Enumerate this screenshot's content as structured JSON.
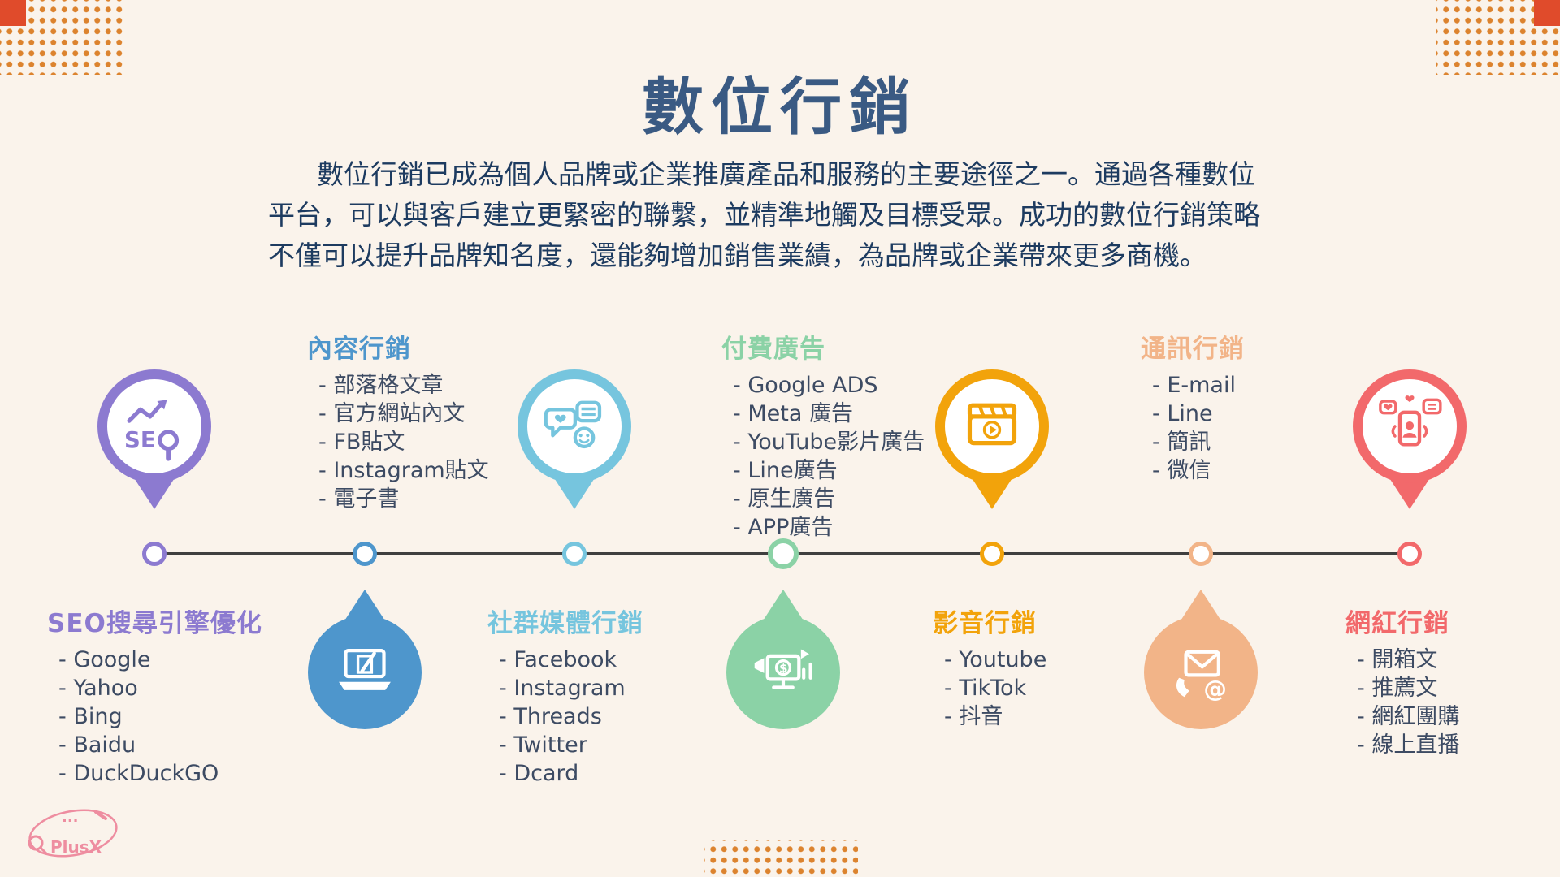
{
  "page": {
    "background": "#FAF3EB",
    "title": "數位行銷",
    "title_color": "#3A5A83",
    "intro_lines": [
      "數位行銷已成為個人品牌或企業推廣產品和服務的主要途徑之一。通過各種數位",
      "平台，可以與客戶建立更緊密的聯繫，並精準地觸及目標受眾。成功的數位行銷策略",
      "不僅可以提升品牌知名度，還能夠增加銷售業績，為品牌或企業帶來更多商機。"
    ]
  },
  "logo": {
    "text": "PlusX"
  },
  "decor": {
    "dot_color": "#DC832E",
    "corner_square_color": "#E04B2B"
  },
  "timeline": {
    "line_color": "#3F3F3F"
  },
  "categories": [
    {
      "title": "SEO搜尋引擎優化",
      "color": "#8C7AD0",
      "icon": "seo-magnifier-icon",
      "placement": "icon-above-text-below",
      "items": [
        "- Google",
        "- Yahoo",
        "- Bing",
        "- Baidu",
        "- DuckDuckGO"
      ]
    },
    {
      "title": "內容行銷",
      "color": "#4E96CC",
      "icon": "laptop-pen-icon",
      "placement": "text-above-icon-below",
      "items": [
        "- 部落格文章",
        "- 官方網站內文",
        "- FB貼文",
        "- Instagram貼文",
        "- 電子書"
      ]
    },
    {
      "title": "社群媒體行銷",
      "color": "#76C5DE",
      "icon": "chat-bubbles-icon",
      "placement": "icon-above-text-below",
      "items": [
        "- Facebook",
        "- Instagram",
        "- Threads",
        "- Twitter",
        "- Dcard"
      ]
    },
    {
      "title": "付費廣告",
      "color": "#8BD2A6",
      "icon": "digital-ads-icon",
      "placement": "text-above-icon-below",
      "items": [
        "- Google  ADS",
        "- Meta 廣告",
        "- YouTube影片廣告",
        "- Line廣告",
        "- 原生廣告",
        "- APP廣告"
      ]
    },
    {
      "title": "影音行銷",
      "color": "#F2A30B",
      "icon": "video-clapperboard-icon",
      "placement": "icon-above-text-below",
      "items": [
        "- Youtube",
        "- TikTok",
        "- 抖音"
      ]
    },
    {
      "title": "通訊行銷",
      "color": "#F2B488",
      "icon": "mail-phone-icon",
      "placement": "text-above-icon-below",
      "items": [
        "- E-mail",
        "- Line",
        "- 簡訊",
        "- 微信"
      ]
    },
    {
      "title": "網紅行銷",
      "color": "#F2696B",
      "icon": "influencer-phone-icon",
      "placement": "icon-above-text-below",
      "items": [
        "- 開箱文",
        "- 推薦文",
        "- 網紅團購",
        "- 線上直播"
      ]
    }
  ]
}
